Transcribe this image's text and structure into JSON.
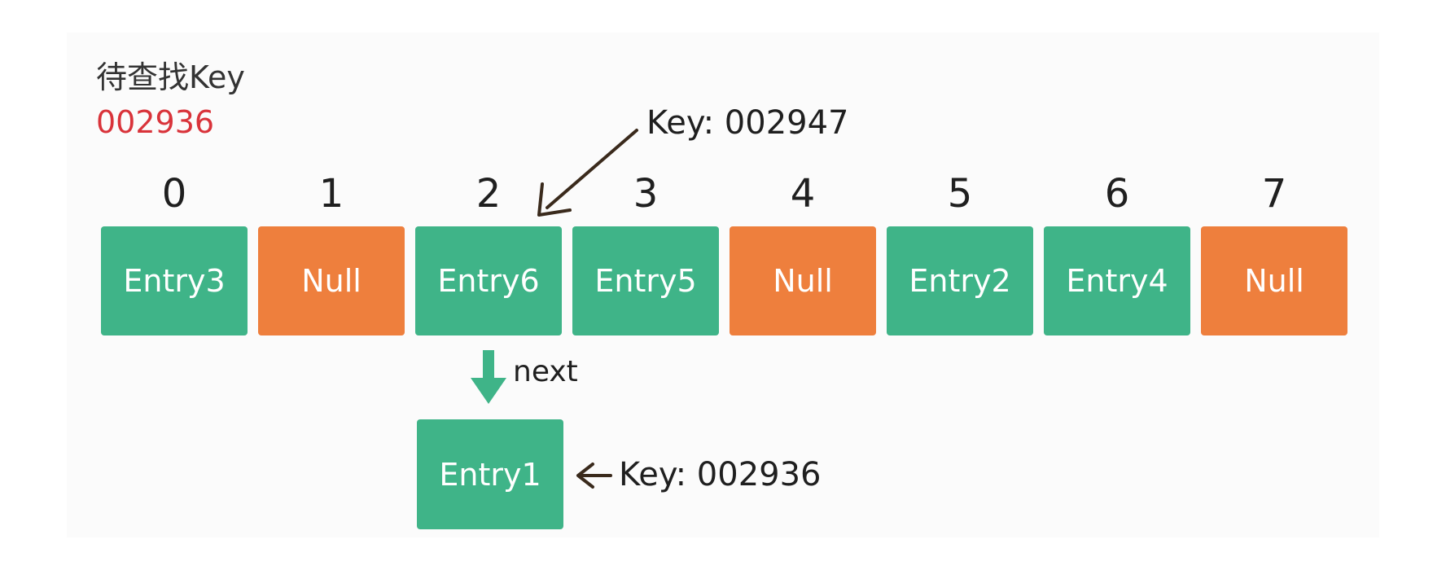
{
  "search": {
    "label": "待查找Key",
    "key": "002936"
  },
  "table": {
    "indices": [
      "0",
      "1",
      "2",
      "3",
      "4",
      "5",
      "6",
      "7"
    ],
    "cells": [
      {
        "label": "Entry3",
        "kind": "entry"
      },
      {
        "label": "Null",
        "kind": "null"
      },
      {
        "label": "Entry6",
        "kind": "entry"
      },
      {
        "label": "Entry5",
        "kind": "entry"
      },
      {
        "label": "Null",
        "kind": "null"
      },
      {
        "label": "Entry2",
        "kind": "entry"
      },
      {
        "label": "Entry4",
        "kind": "entry"
      },
      {
        "label": "Null",
        "kind": "null"
      }
    ]
  },
  "chain": {
    "next_label": "next",
    "node_label": "Entry1"
  },
  "annotations": {
    "slot2_key": "Key: 002947",
    "chain_key": "Key: 002936"
  },
  "colors": {
    "entry": "#3fb488",
    "null": "#ee7f3d",
    "search_key": "#d9333a",
    "text": "#1f1f1f",
    "arrow_brown": "#3a2a1c"
  }
}
